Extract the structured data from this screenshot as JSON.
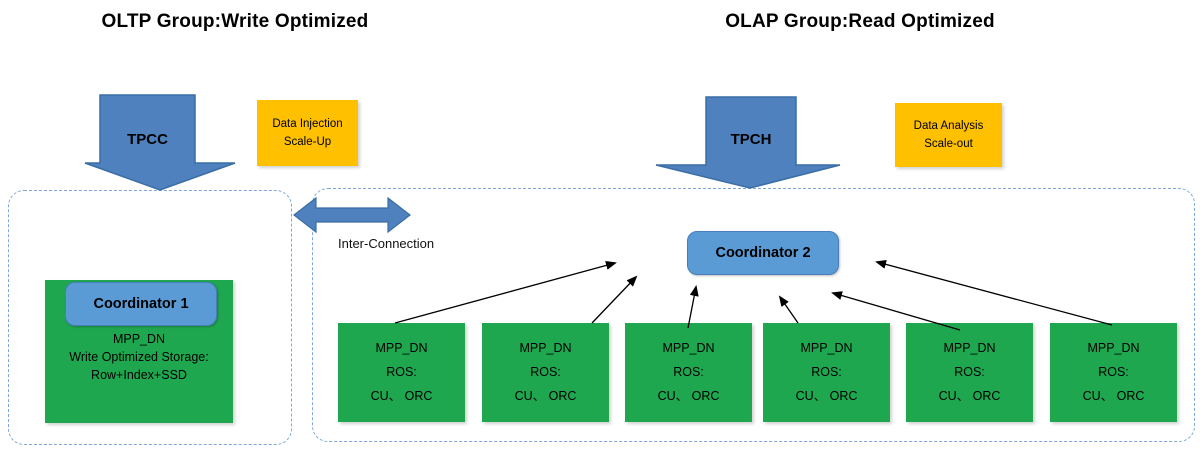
{
  "titles": {
    "oltp": "OLTP Group:Write Optimized",
    "olap": "OLAP Group:Read Optimized"
  },
  "flow_arrows": {
    "tpcc_label": "TPCC",
    "tpch_label": "TPCH",
    "inter_connection_label": "Inter-Connection"
  },
  "badges": {
    "data_injection": {
      "line1": "Data Injection",
      "line2": "Scale-Up"
    },
    "data_analysis": {
      "line1": "Data Analysis",
      "line2": "Scale-out"
    }
  },
  "oltp_group": {
    "coordinator_label": "Coordinator 1",
    "node": {
      "line1": "MPP_DN",
      "line2": "Write Optimized Storage:",
      "line3": "Row+Index+SSD"
    }
  },
  "olap_group": {
    "coordinator_label": "Coordinator 2",
    "nodes": [
      {
        "line1": "MPP_DN",
        "line2": "ROS:",
        "line3": "CU、 ORC"
      },
      {
        "line1": "MPP_DN",
        "line2": "ROS:",
        "line3": "CU、 ORC"
      },
      {
        "line1": "MPP_DN",
        "line2": "ROS:",
        "line3": "CU、 ORC"
      },
      {
        "line1": "MPP_DN",
        "line2": "ROS:",
        "line3": "CU、 ORC"
      },
      {
        "line1": "MPP_DN",
        "line2": "ROS:",
        "line3": "CU、 ORC"
      },
      {
        "line1": "MPP_DN",
        "line2": "ROS:",
        "line3": "CU、 ORC"
      }
    ]
  },
  "colors": {
    "node_green": "#1fa750",
    "coordinator_blue": "#5b9bd5",
    "arrow_blue": "#4e81bd",
    "badge_orange": "#ffc000",
    "dashed_border_blue": "#7da7d8",
    "connector_black": "#000000"
  }
}
